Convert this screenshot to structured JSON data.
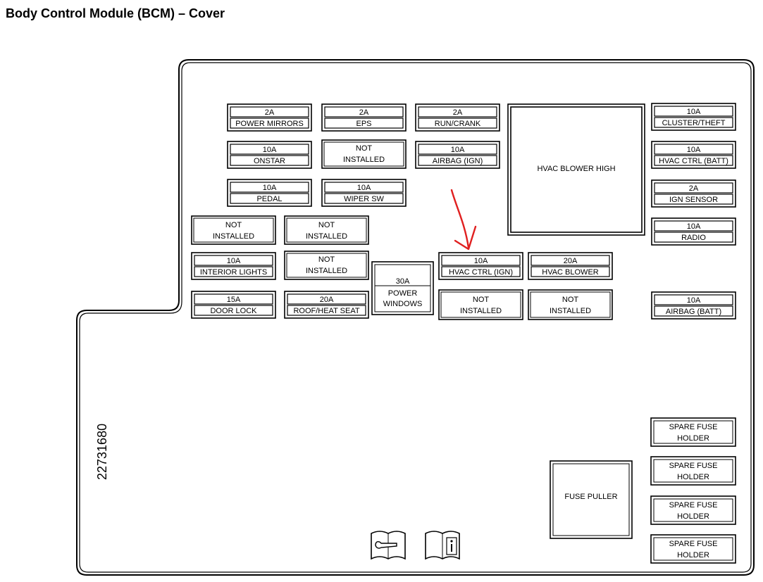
{
  "title": "Body Control Module (BCM) – Cover",
  "part_number": "22731680",
  "colors": {
    "line": "#000000",
    "background": "#ffffff",
    "annotation_arrow": "#e02020"
  },
  "fuses": {
    "f1": {
      "amp": "2A",
      "label": "POWER MIRRORS"
    },
    "f2": {
      "amp": "2A",
      "label": "EPS"
    },
    "f3": {
      "amp": "2A",
      "label": "RUN/CRANK"
    },
    "f4": {
      "amp": "10A",
      "label": "CLUSTER/THEFT"
    },
    "f5": {
      "amp": "10A",
      "label": "ONSTAR"
    },
    "f6": {
      "line1": "NOT",
      "line2": "INSTALLED"
    },
    "f7": {
      "amp": "10A",
      "label": "AIRBAG (IGN)"
    },
    "f8": {
      "amp": "10A",
      "label": "HVAC CTRL (BATT)"
    },
    "f9": {
      "amp": "10A",
      "label": "PEDAL"
    },
    "f10": {
      "amp": "10A",
      "label": "WIPER SW"
    },
    "f11": {
      "amp": "2A",
      "label": "IGN SENSOR"
    },
    "f12": {
      "line1": "NOT",
      "line2": "INSTALLED"
    },
    "f13": {
      "line1": "NOT",
      "line2": "INSTALLED"
    },
    "f14": {
      "amp": "10A",
      "label": "RADIO"
    },
    "f15": {
      "amp": "10A",
      "label": "INTERIOR LIGHTS"
    },
    "f16": {
      "line1": "NOT",
      "line2": "INSTALLED"
    },
    "f17": {
      "amp": "10A",
      "label": "HVAC CTRL (IGN)"
    },
    "f18": {
      "amp": "20A",
      "label": "HVAC BLOWER"
    },
    "f19": {
      "amp": "15A",
      "label": "DOOR LOCK"
    },
    "f20": {
      "amp": "20A",
      "label": "ROOF/HEAT SEAT"
    },
    "f21": {
      "line1": "NOT",
      "line2": "INSTALLED"
    },
    "f22": {
      "line1": "NOT",
      "line2": "INSTALLED"
    },
    "f23": {
      "amp": "10A",
      "label": "AIRBAG (BATT)"
    }
  },
  "power_windows": {
    "amp": "30A",
    "line1": "POWER",
    "line2": "WINDOWS"
  },
  "hvac_blower_high": "HVAC BLOWER HIGH",
  "fuse_puller": "FUSE PULLER",
  "spare_holders": [
    {
      "line1": "SPARE FUSE",
      "line2": "HOLDER"
    },
    {
      "line1": "SPARE FUSE",
      "line2": "HOLDER"
    },
    {
      "line1": "SPARE FUSE",
      "line2": "HOLDER"
    },
    {
      "line1": "SPARE FUSE",
      "line2": "HOLDER"
    }
  ],
  "icons": [
    "wrench-icon",
    "info-manual-icon"
  ]
}
